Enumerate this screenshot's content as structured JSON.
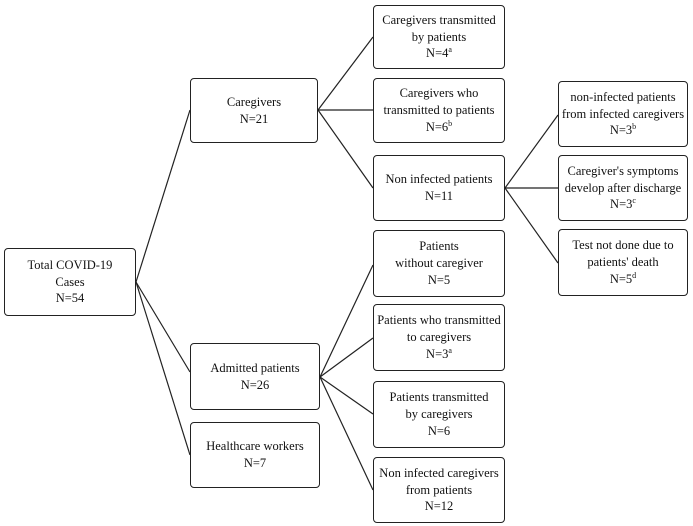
{
  "diagram": {
    "root": {
      "lines": [
        "Total COVID-19",
        "Cases",
        "N=54"
      ]
    },
    "caregivers": {
      "lines": [
        "Caregivers",
        "N=21"
      ]
    },
    "admitted": {
      "lines": [
        "Admitted patients",
        "N=26"
      ]
    },
    "healthcare": {
      "lines": [
        "Healthcare workers",
        "N=7"
      ]
    },
    "cg_transmitted_by_patients": {
      "lines": [
        "Caregivers transmitted",
        "by patients"
      ],
      "n": "N=4",
      "sup": "a"
    },
    "cg_who_transmitted": {
      "lines": [
        "Caregivers who",
        "transmitted to patients"
      ],
      "n": "N=6",
      "sup": "b"
    },
    "non_infected_patients": {
      "lines": [
        "Non infected patients",
        "N=11"
      ]
    },
    "noninfected_from_cg": {
      "lines": [
        "non-infected patients",
        "from infected caregivers"
      ],
      "n": "N=3",
      "sup": "b"
    },
    "cg_symptoms": {
      "lines": [
        "Caregiver's symptoms",
        "develop after discharge"
      ],
      "n": "N=3",
      "sup": "c"
    },
    "test_not_done": {
      "lines": [
        "Test not done due to",
        "patients' death"
      ],
      "n": "N=5",
      "sup": "d"
    },
    "patients_without_cg": {
      "lines": [
        "Patients",
        "without caregiver",
        "N=5"
      ]
    },
    "patients_who_transmitted": {
      "lines": [
        "Patients who transmitted",
        "to caregivers"
      ],
      "n": "N=3",
      "sup": "a"
    },
    "patients_transmitted_by_cg": {
      "lines": [
        "Patients transmitted",
        "by caregivers",
        "N=6"
      ]
    },
    "non_infected_cg": {
      "lines": [
        "Non infected caregivers",
        "from patients",
        "N=12"
      ]
    }
  }
}
